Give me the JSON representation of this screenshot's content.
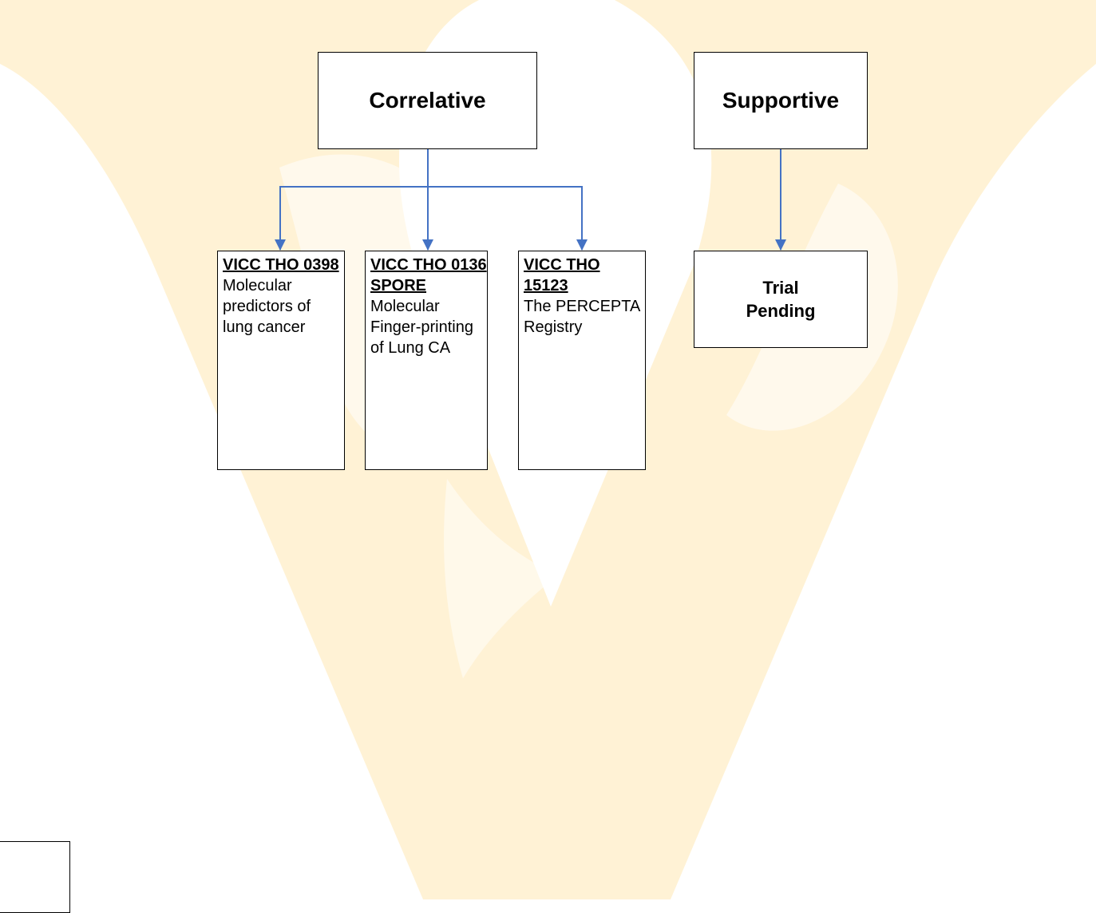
{
  "watermark": {
    "icon": "vanderbilt-v-watermark",
    "color": "#fff2d5"
  },
  "connector_color": "#4472c4",
  "categories": {
    "correlative": {
      "label": "Correlative"
    },
    "supportive": {
      "label": "Supportive"
    }
  },
  "trials": [
    {
      "id": "VICC THO 0398",
      "description": "Molecular predictors of lung cancer"
    },
    {
      "id": "VICC THO 0136 SPORE",
      "description": "Molecular Finger-printing of Lung CA"
    },
    {
      "id": "VICC THO 15123",
      "description": "The PERCEPTA Registry"
    }
  ],
  "supportive_trial": {
    "label": "Trial Pending"
  }
}
